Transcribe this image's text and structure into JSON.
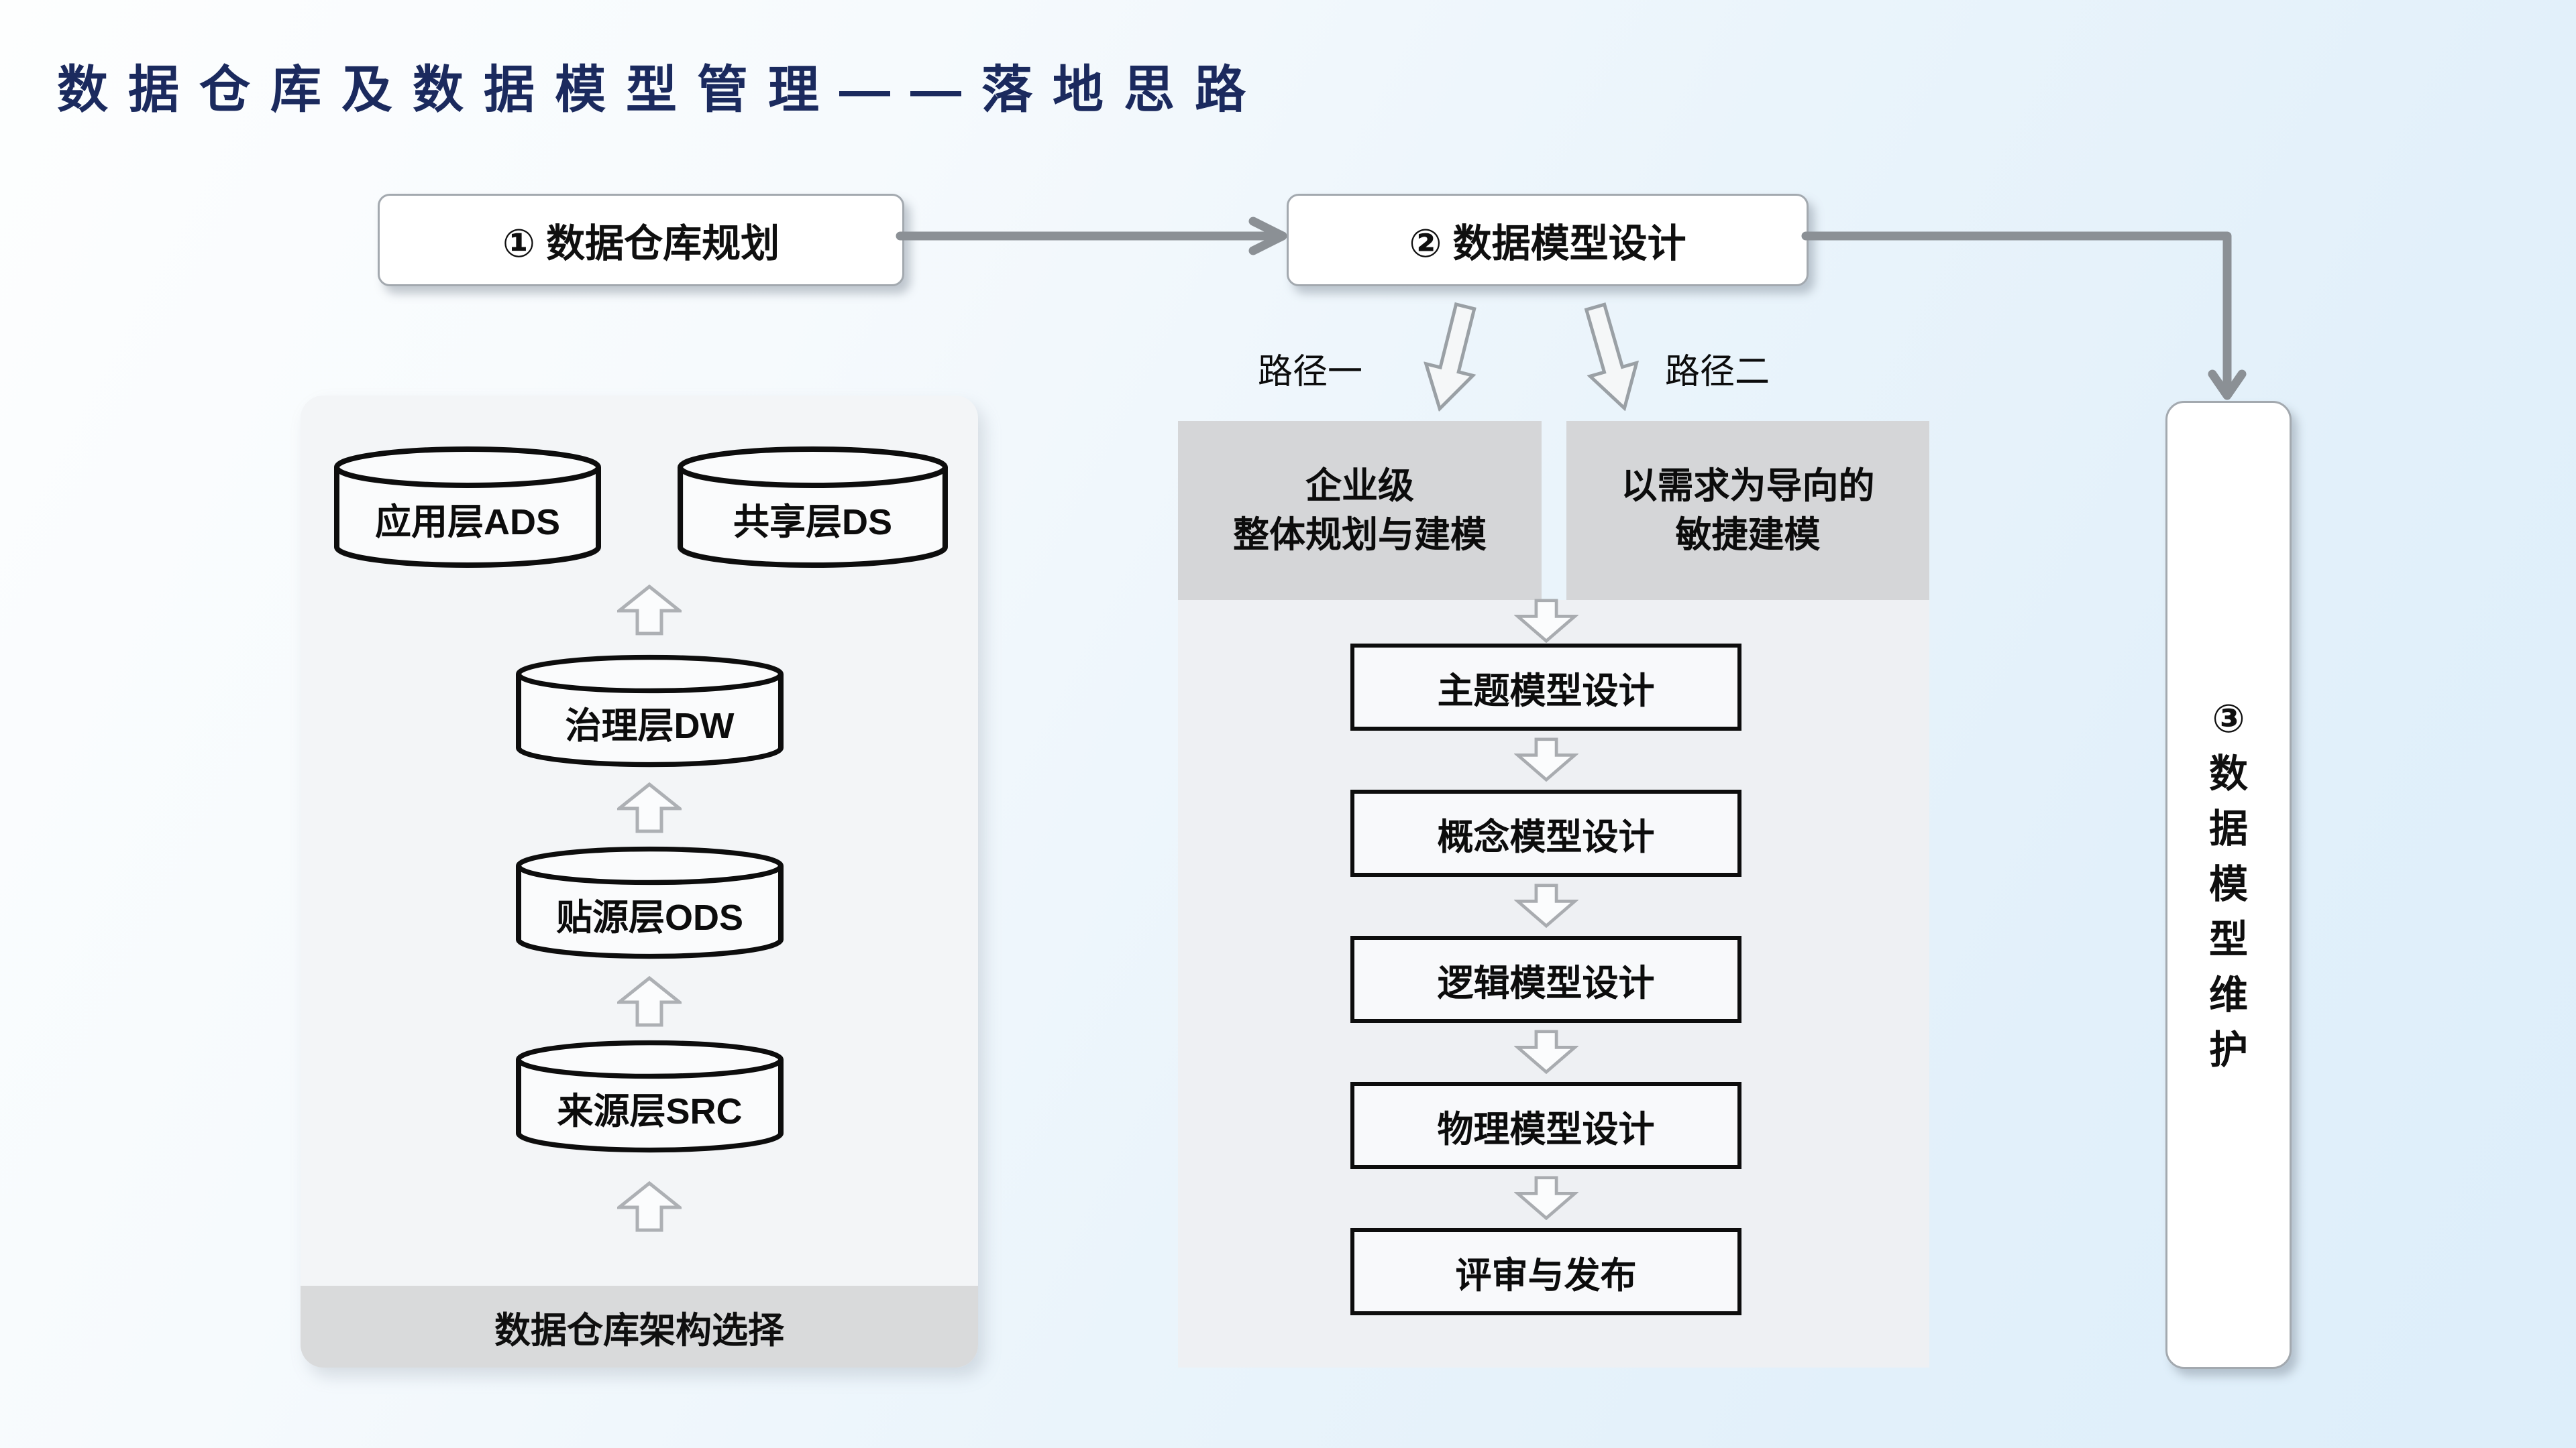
{
  "page": {
    "title": "数据仓库及数据模型管理——落地思路"
  },
  "steps": {
    "step1": "① 数据仓库规划",
    "step2": "② 数据模型设计",
    "step3": "③\n数\n据\n模\n型\n维\n护"
  },
  "warehouse": {
    "cylinders": [
      {
        "label": "应用层ADS"
      },
      {
        "label": "共享层DS"
      },
      {
        "label": "治理层DW"
      },
      {
        "label": "贴源层ODS"
      },
      {
        "label": "来源层SRC"
      }
    ],
    "footer": "数据仓库架构选择"
  },
  "modeling": {
    "path1_label": "路径一",
    "path2_label": "路径二",
    "approach1": "企业级\n整体规划与建模",
    "approach2": "以需求为导向的\n敏捷建模",
    "flow": [
      {
        "label": "主题模型设计"
      },
      {
        "label": "概念模型设计"
      },
      {
        "label": "逻辑模型设计"
      },
      {
        "label": "物理模型设计"
      },
      {
        "label": "评审与发布"
      }
    ]
  },
  "colors": {
    "title_text": "#1b2a5e",
    "connector": "#8b9095",
    "panel_bg": "#f3f5f7",
    "mid_panel_bg": "#eef0f3",
    "gray_box_bg": "#d5d6d8",
    "footer_bar_bg": "#d9dadb",
    "box_border": "#0d0d0d"
  }
}
